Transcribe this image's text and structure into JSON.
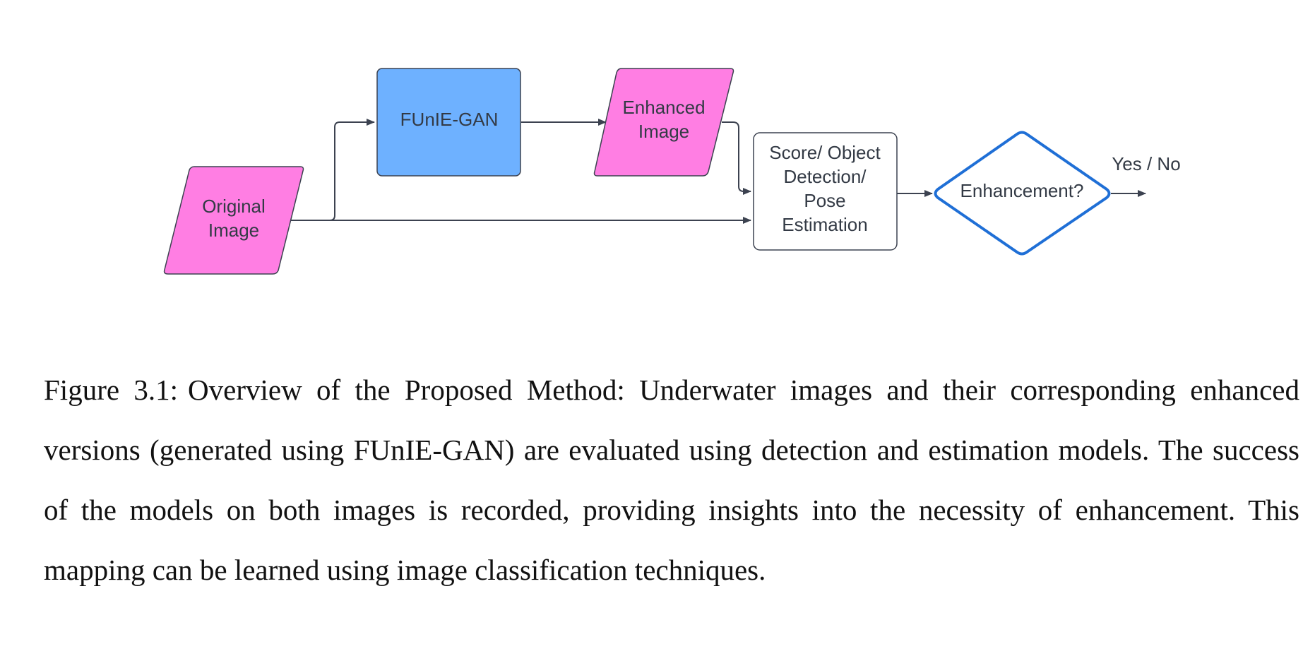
{
  "diagram": {
    "nodes": {
      "original_image": {
        "line1": "Original",
        "line2": "Image"
      },
      "funie_gan": {
        "label": "FUnIE-GAN"
      },
      "enhanced_image": {
        "line1": "Enhanced",
        "line2": "Image"
      },
      "score": {
        "line1": "Score/ Object",
        "line2": "Detection/",
        "line3": "Pose",
        "line4": "Estimation"
      },
      "decision": {
        "label": "Enhancement?"
      }
    },
    "output_label": "Yes / No",
    "colors": {
      "parallelogram_fill": "#ff7ee3",
      "process_fill": "#6eb1ff",
      "decision_stroke": "#1f6fd6",
      "connector": "#3c4250"
    }
  },
  "caption": {
    "label": "Figure 3.1:",
    "text": "Overview of the Proposed Method: Underwater images and their corresponding enhanced versions (generated using FUnIE-GAN) are evaluated using detection and estimation models. The success of the models on both images is recorded, providing insights into the necessity of enhancement. This mapping can be learned using image classification techniques."
  }
}
